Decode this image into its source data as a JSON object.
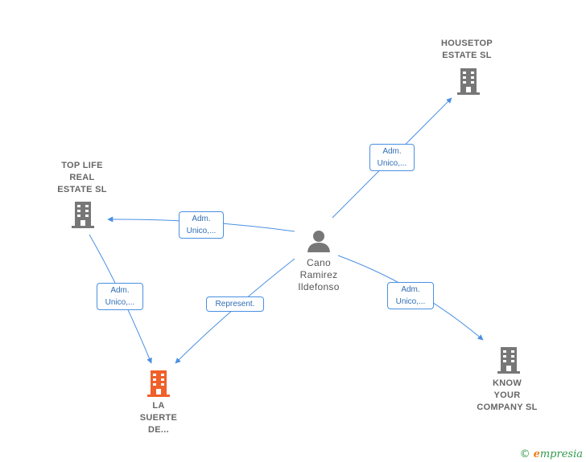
{
  "nodes": {
    "housetop": {
      "label": "HOUSETOP\nESTATE  SL",
      "color": "#777777"
    },
    "toplife": {
      "label": "TOP LIFE\nREAL\nESTATE  SL",
      "color": "#777777"
    },
    "person": {
      "label": "Cano\nRamirez\nIldefonso",
      "color": "#777777"
    },
    "lasuerte": {
      "label": "LA\nSUERTE\nDE...",
      "color": "#f0602a"
    },
    "knowyour": {
      "label": "KNOW\nYOUR\nCOMPANY  SL",
      "color": "#777777"
    }
  },
  "edges": {
    "to_housetop": "Adm.\nUnico,...",
    "to_toplife": "Adm.\nUnico,...",
    "toplife_to_lasuerte": "Adm.\nUnico,...",
    "to_lasuerte": "Represent.",
    "to_knowyour": "Adm.\nUnico,..."
  },
  "colors": {
    "edge": "#4a90e2",
    "label_text": "#2f6db5"
  },
  "footer": {
    "copyright": "©",
    "brand_first": "e",
    "brand_rest": "mpresia"
  }
}
